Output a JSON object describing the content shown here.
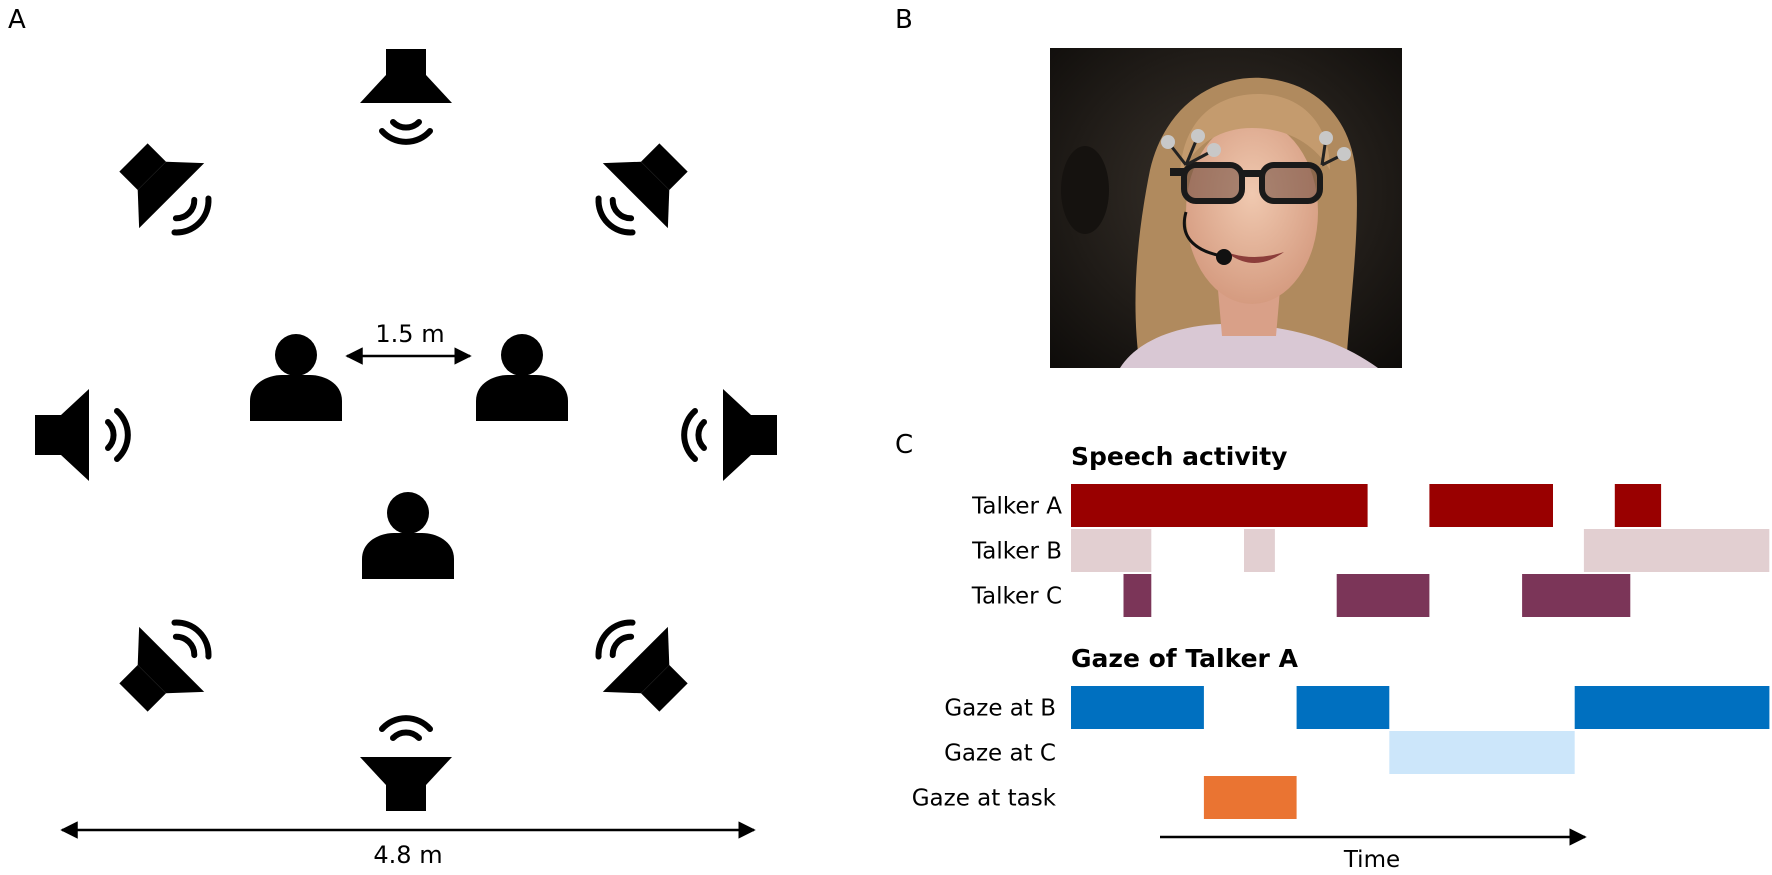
{
  "panels": {
    "a": {
      "letter": "A"
    },
    "b": {
      "letter": "B"
    },
    "c": {
      "letter": "C"
    }
  },
  "room": {
    "talker_distance": "1.5 m",
    "room_width": "4.8 m"
  },
  "timeline": {
    "speech_title": "Speech activity",
    "gaze_title": "Gaze of Talker A",
    "time_label": "Time",
    "colors": {
      "talker_a": "#990000",
      "talker_b": "#e2cfd1",
      "talker_c": "#7b3558",
      "gaze_b": "#0070c0",
      "gaze_c": "#cce6fa",
      "gaze_task": "#ea7432"
    },
    "rows": [
      {
        "key": "talker_a",
        "label": "Talker A",
        "group": "speech",
        "segments": [
          [
            0,
            9.6
          ],
          [
            11.6,
            15.6
          ],
          [
            17.6,
            19.1
          ]
        ]
      },
      {
        "key": "talker_b",
        "label": "Talker B",
        "group": "speech",
        "segments": [
          [
            0,
            2.6
          ],
          [
            5.6,
            6.6
          ],
          [
            16.6,
            22.6
          ]
        ]
      },
      {
        "key": "talker_c",
        "label": "Talker C",
        "group": "speech",
        "segments": [
          [
            1.7,
            2.6
          ],
          [
            8.6,
            11.6
          ],
          [
            14.6,
            18.1
          ]
        ]
      },
      {
        "key": "gaze_b",
        "label": "Gaze at B",
        "group": "gaze",
        "segments": [
          [
            0,
            4.3
          ],
          [
            7.3,
            10.3
          ],
          [
            16.3,
            22.6
          ]
        ]
      },
      {
        "key": "gaze_c",
        "label": "Gaze at C",
        "group": "gaze",
        "segments": [
          [
            10.3,
            16.3
          ]
        ]
      },
      {
        "key": "gaze_task",
        "label": "Gaze at task",
        "group": "gaze",
        "segments": [
          [
            4.3,
            7.3
          ]
        ]
      }
    ]
  },
  "icons": {
    "loudspeaker": "loudspeaker-icon",
    "person": "person-icon",
    "photo": "participant-photo-eye-tracking-glasses"
  }
}
